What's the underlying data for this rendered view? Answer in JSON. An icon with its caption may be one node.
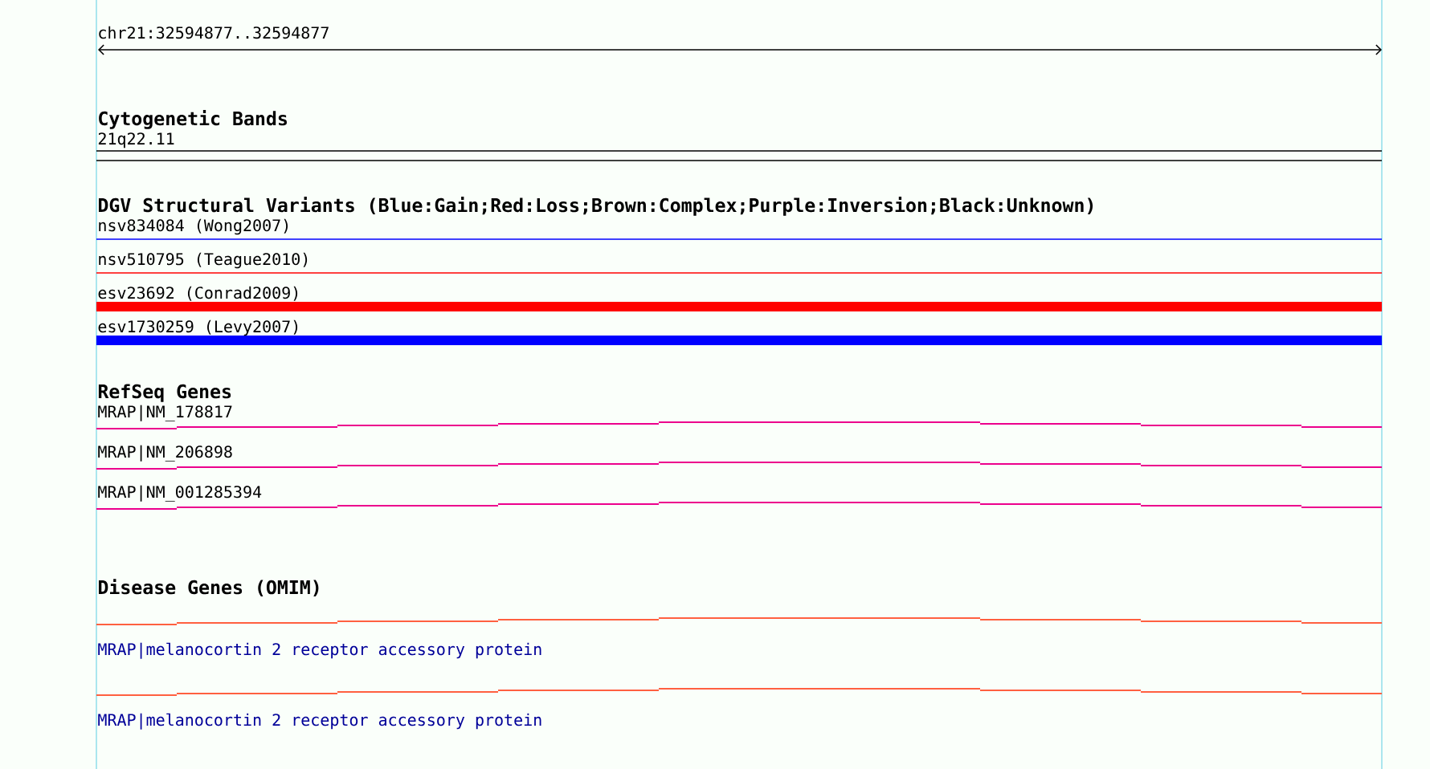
{
  "diagram": {
    "labels": [
      "chr21:32594877..32594877",
      "Cytogenetic Bands",
      "21q22.11",
      "DGV Structural Variants (Blue:Gain;Red:Loss;Brown:Complex;Purple:Inversion;Black:Unknown)",
      "nsv834084 (Wong2007)",
      "nsv510795 (Teague2010)",
      "esv23692 (Conrad2009)",
      "esv1730259 (Levy2007)",
      "RefSeq Genes",
      "MRAP|NM_178817",
      "MRAP|NM_206898",
      "MRAP|NM_001285394",
      "Disease Genes (OMIM)",
      "MRAP|melanocortin 2 receptor accessory protein",
      "MRAP|melanocortin 2 receptor accessory protein"
    ]
  }
}
